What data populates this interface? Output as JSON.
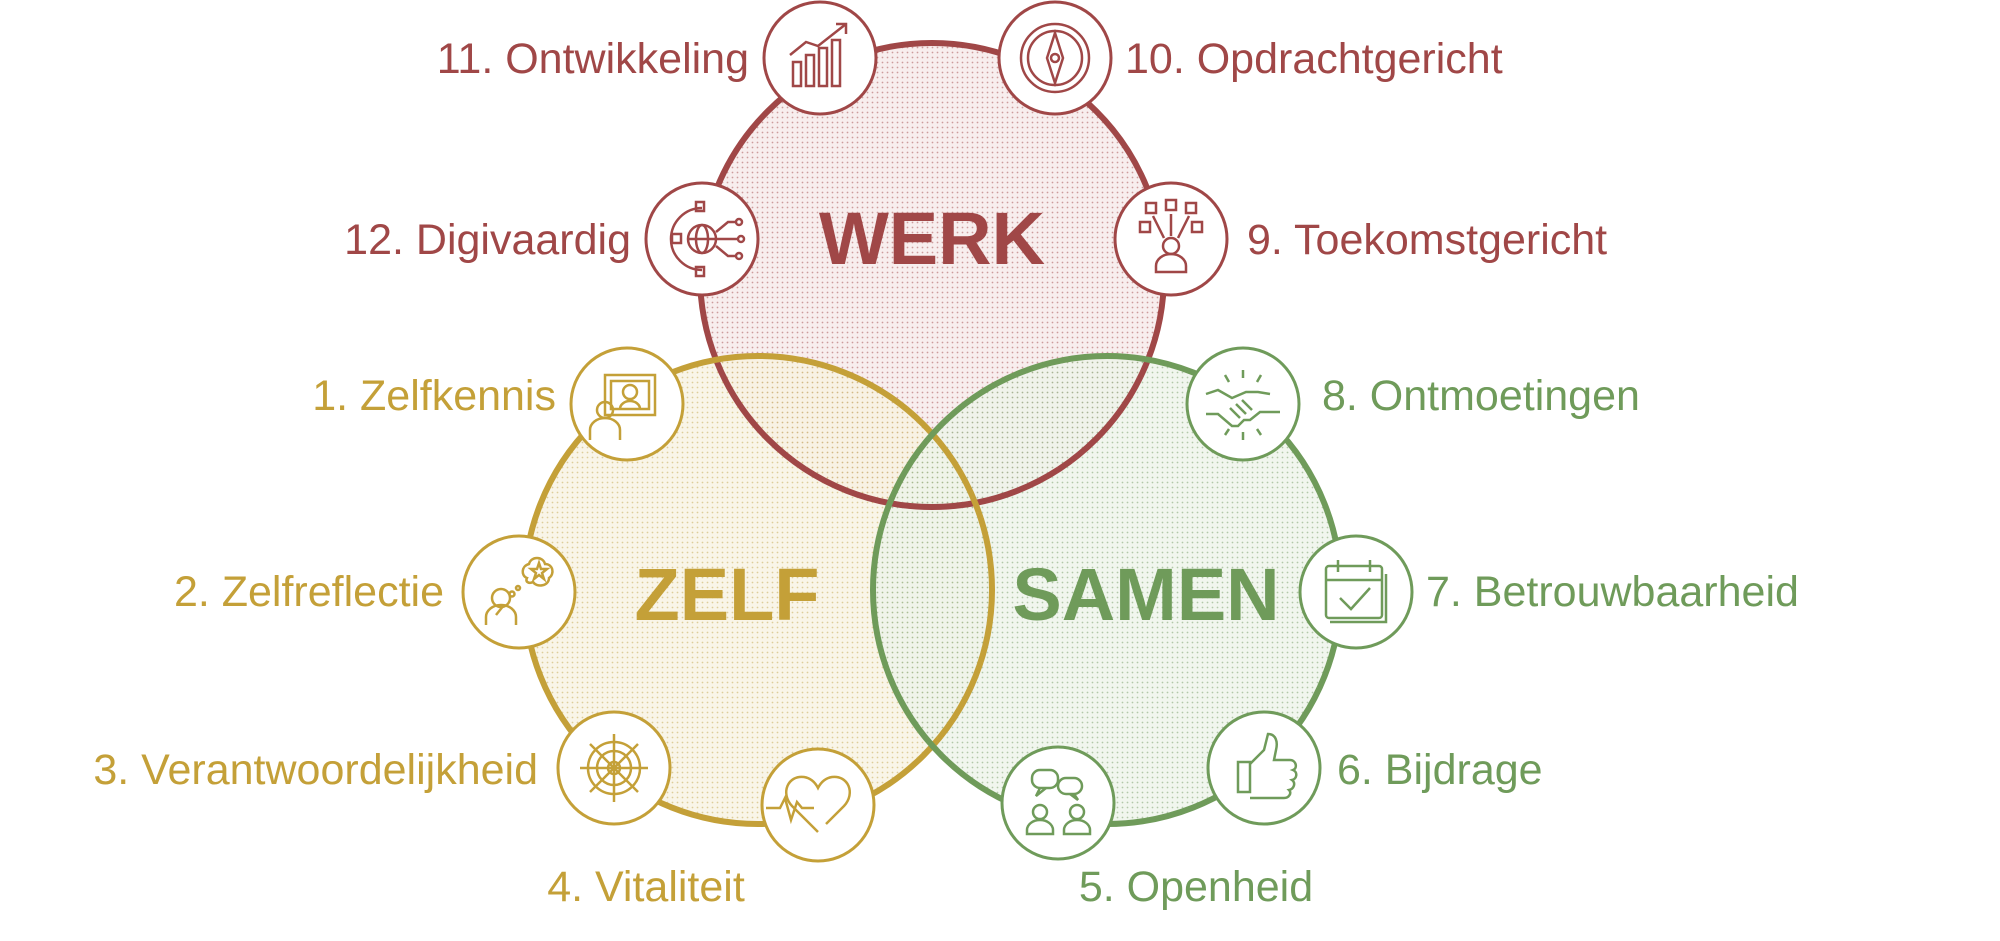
{
  "colors": {
    "werk": "#a04747",
    "zelf": "#c4a038",
    "samen": "#6f9b5a"
  },
  "circles": {
    "werk": {
      "title": "WERK"
    },
    "zelf": {
      "title": "ZELF"
    },
    "samen": {
      "title": "SAMEN"
    }
  },
  "items": [
    {
      "num": 1,
      "label": "1. Zelfkennis",
      "group": "zelf",
      "icon": "presentation-icon"
    },
    {
      "num": 2,
      "label": "2. Zelfreflectie",
      "group": "zelf",
      "icon": "thinking-person-icon"
    },
    {
      "num": 3,
      "label": "3. Verantwoordelijkheid",
      "group": "zelf",
      "icon": "ship-wheel-icon"
    },
    {
      "num": 4,
      "label": "4. Vitaliteit",
      "group": "zelf",
      "icon": "heartbeat-icon"
    },
    {
      "num": 5,
      "label": "5. Openheid",
      "group": "samen",
      "icon": "conversation-icon"
    },
    {
      "num": 6,
      "label": "6. Bijdrage",
      "group": "samen",
      "icon": "thumbs-up-icon"
    },
    {
      "num": 7,
      "label": "7. Betrouwbaarheid",
      "group": "samen",
      "icon": "calendar-check-icon"
    },
    {
      "num": 8,
      "label": "8. Ontmoetingen",
      "group": "samen",
      "icon": "handshake-icon"
    },
    {
      "num": 9,
      "label": "9. Toekomstgericht",
      "group": "werk",
      "icon": "decision-person-icon"
    },
    {
      "num": 10,
      "label": "10. Opdrachtgericht",
      "group": "werk",
      "icon": "compass-icon"
    },
    {
      "num": 11,
      "label": "11. Ontwikkeling",
      "group": "werk",
      "icon": "growth-chart-icon"
    },
    {
      "num": 12,
      "label": "12. Digivaardig",
      "group": "werk",
      "icon": "digital-gear-icon"
    }
  ]
}
